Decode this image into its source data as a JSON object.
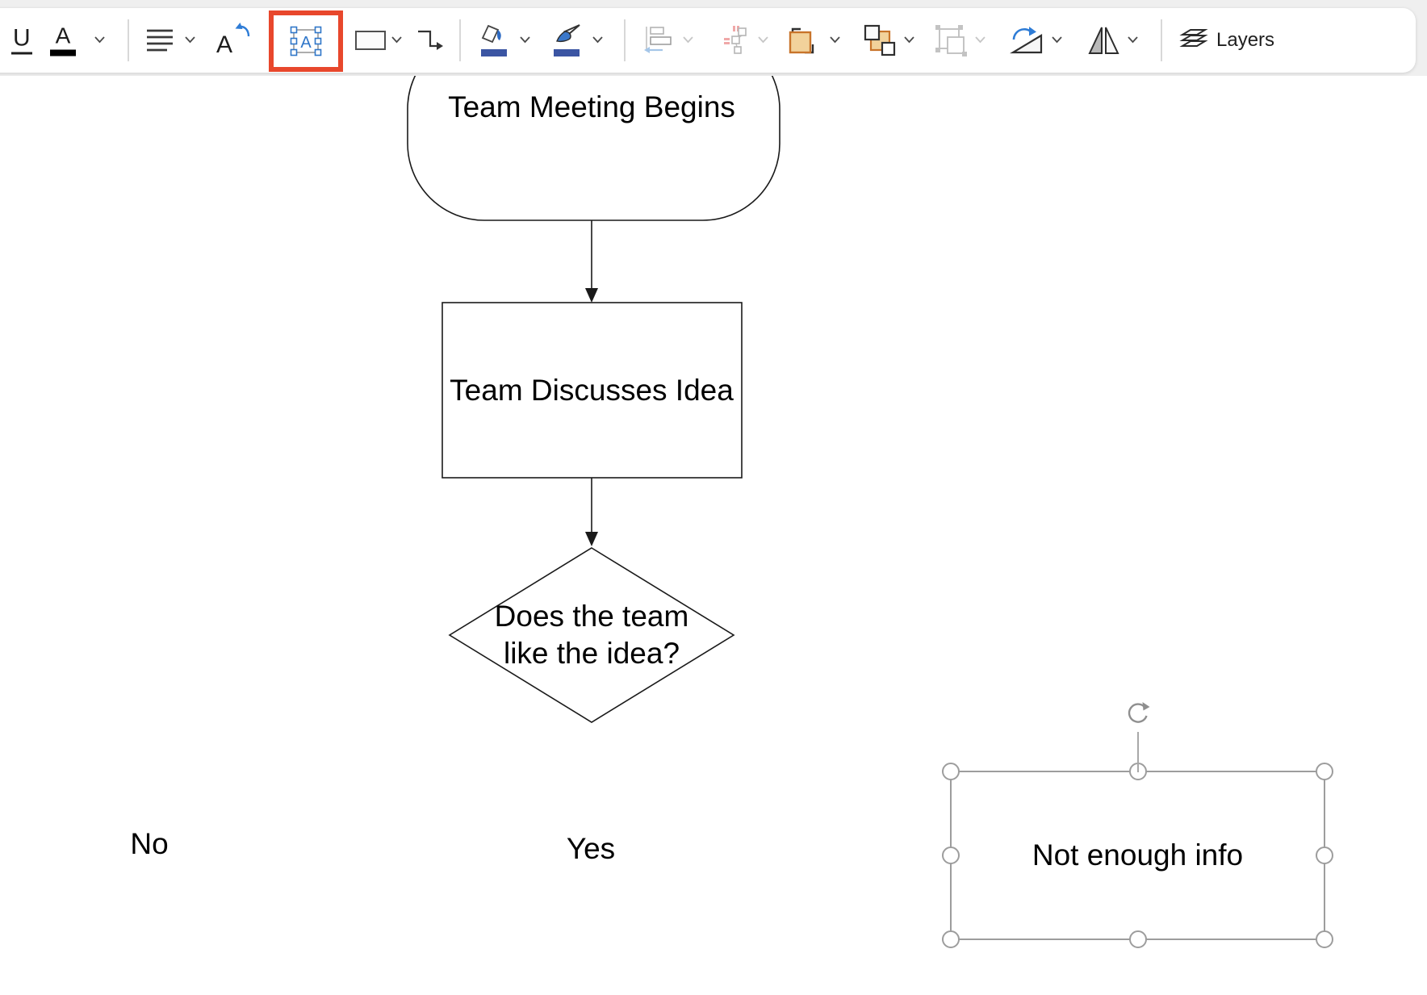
{
  "toolbar": {
    "underline_glyph": "U",
    "font_color_glyph": "A",
    "grow_font_glyph": "A",
    "text_box_glyph": "A",
    "layers_label": "Layers",
    "highlight_color": "#e8472c",
    "accent_blue_bar": "#3b55a3",
    "icon_arrow_blue": "#2e7cd6",
    "orange_fill": "#f2d29b",
    "orange_border": "#c8742a",
    "disabled_gray": "#c0c0c0",
    "icons": [
      "underline",
      "font-color",
      "align-text",
      "grow-font",
      "text-box",
      "shape",
      "connector",
      "fill-color",
      "shape-outline",
      "align-objects",
      "auto-space",
      "bring-forward",
      "send-backward",
      "group",
      "rotate",
      "flip",
      "layers"
    ]
  },
  "canvas": {
    "shapes": {
      "terminal": {
        "type": "start-end",
        "label": "Team Meeting Begins"
      },
      "process": {
        "type": "process",
        "label": "Team Discusses Idea"
      },
      "decision": {
        "type": "decision",
        "label_line1": "Does the team",
        "label_line2": "like the idea?"
      },
      "branch_no": {
        "label": "No"
      },
      "branch_yes": {
        "label": "Yes"
      },
      "selected_text_box": {
        "label": "Not enough info",
        "selected": true
      }
    }
  }
}
